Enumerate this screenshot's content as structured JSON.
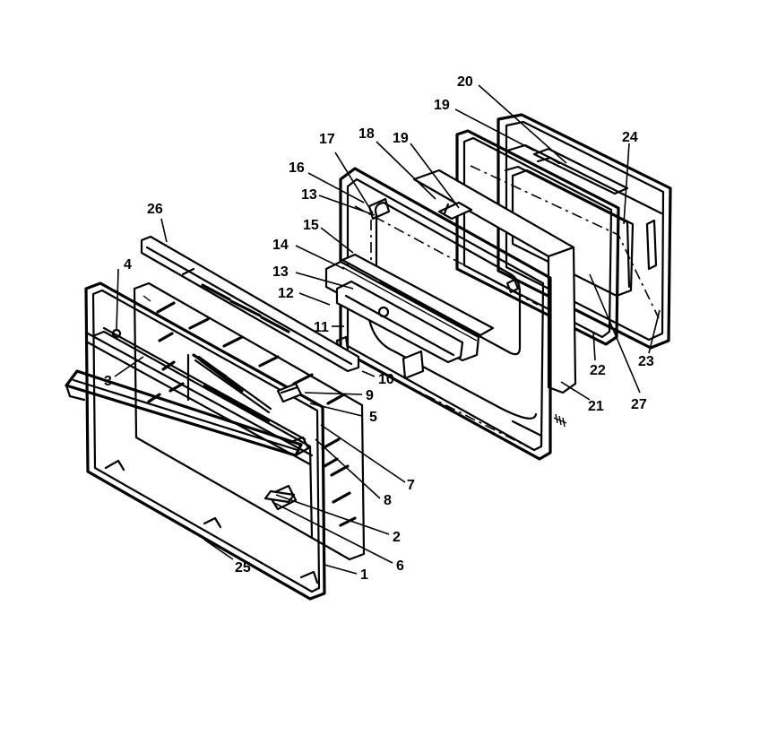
{
  "diagram": {
    "type": "exploded-parts-view",
    "subject": "oven door assembly",
    "callouts": [
      {
        "id": "c1",
        "label": "1"
      },
      {
        "id": "c2",
        "label": "2"
      },
      {
        "id": "c3",
        "label": "3"
      },
      {
        "id": "c4",
        "label": "4"
      },
      {
        "id": "c5",
        "label": "5"
      },
      {
        "id": "c6",
        "label": "6"
      },
      {
        "id": "c7",
        "label": "7"
      },
      {
        "id": "c8",
        "label": "8"
      },
      {
        "id": "c9",
        "label": "9"
      },
      {
        "id": "c10",
        "label": "10"
      },
      {
        "id": "c11",
        "label": "11"
      },
      {
        "id": "c12",
        "label": "12"
      },
      {
        "id": "c13a",
        "label": "13"
      },
      {
        "id": "c13b",
        "label": "13"
      },
      {
        "id": "c14",
        "label": "14"
      },
      {
        "id": "c15",
        "label": "15"
      },
      {
        "id": "c16",
        "label": "16"
      },
      {
        "id": "c17",
        "label": "17"
      },
      {
        "id": "c18",
        "label": "18"
      },
      {
        "id": "c19a",
        "label": "19"
      },
      {
        "id": "c19b",
        "label": "19"
      },
      {
        "id": "c20",
        "label": "20"
      },
      {
        "id": "c21",
        "label": "21"
      },
      {
        "id": "c22",
        "label": "22"
      },
      {
        "id": "c23",
        "label": "23"
      },
      {
        "id": "c24",
        "label": "24"
      },
      {
        "id": "c25",
        "label": "25"
      },
      {
        "id": "c26",
        "label": "26"
      },
      {
        "id": "c27",
        "label": "27"
      }
    ]
  }
}
